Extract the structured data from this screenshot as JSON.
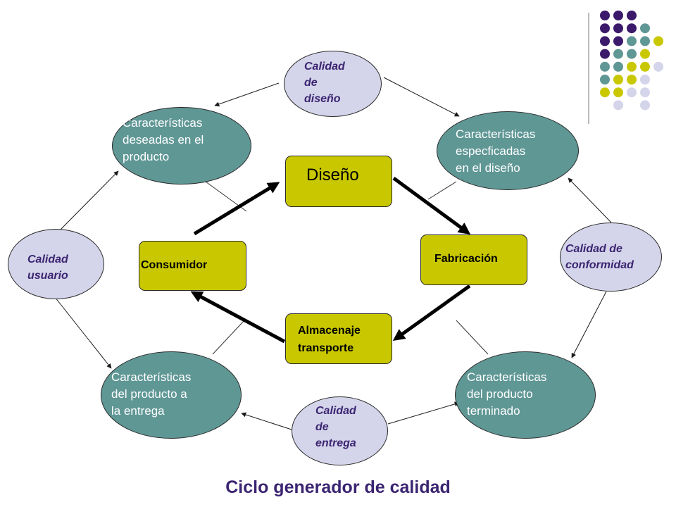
{
  "title": "Ciclo generador de calidad",
  "colors": {
    "teal": "#5f9795",
    "lavender": "#d4d4ea",
    "olive": "#c9c800",
    "purple": "#3b2471"
  },
  "characteristics": {
    "deseadas": "Características\ndeseadas en el\nproducto",
    "especificadas": "Características\nespecficadas\nen el diseño",
    "entrega": "Características\ndel producto a\nla entrega",
    "terminado": "Características\ndel producto\nterminado"
  },
  "qualities": {
    "diseno": "Calidad\nde\ndiseño",
    "usuario": "Calidad\nusuario",
    "conformidad": "Calidad de\nconformidad",
    "entrega": "Calidad\nde\nentrega"
  },
  "stages": {
    "diseno": "Diseño",
    "consumidor": "Consumidor",
    "fabricacion": "Fabricación",
    "almacenaje": "Almacenaje\ntransporte"
  },
  "dot_colors": [
    "#3b1a6b",
    "#5f9795",
    "#c9c800",
    "#d4d4ea"
  ]
}
